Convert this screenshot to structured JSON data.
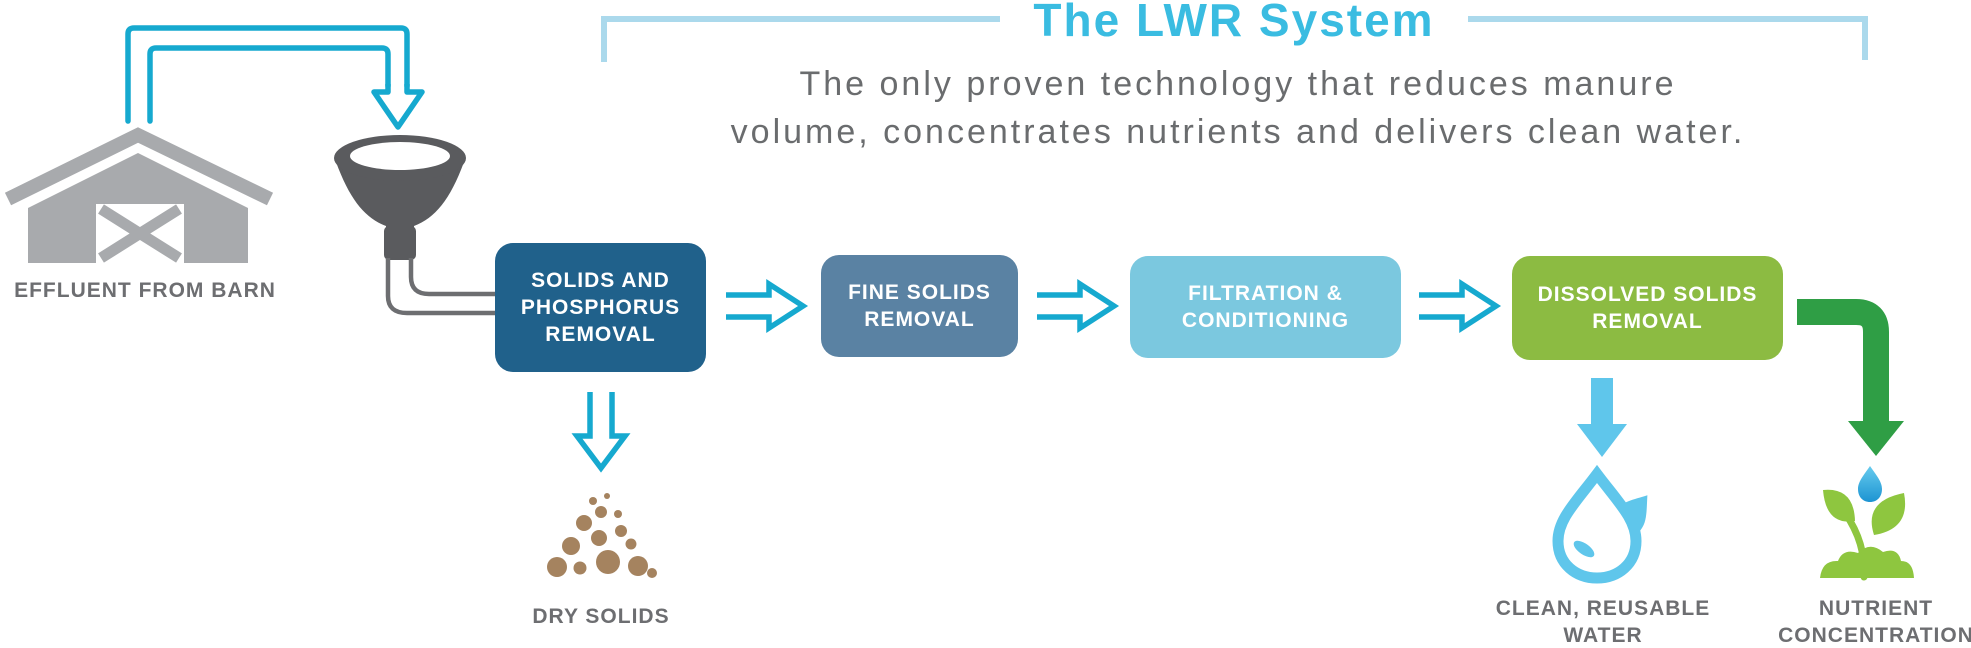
{
  "header": {
    "title": "The LWR System",
    "subtitle_line1": "The only proven technology that reduces manure",
    "subtitle_line2": "volume, concentrates nutrients and delivers clean water."
  },
  "source": {
    "label": "EFFLUENT FROM BARN",
    "icon": "barn-icon"
  },
  "stages": [
    {
      "id": "solids-and-phosphorus-removal",
      "lines": [
        "SOLIDS AND",
        "PHOSPHORUS",
        "REMOVAL"
      ],
      "color": "#20618B"
    },
    {
      "id": "fine-solids-removal",
      "lines": [
        "FINE SOLIDS",
        "REMOVAL"
      ],
      "color": "#5A82A3"
    },
    {
      "id": "filtration-conditioning",
      "lines": [
        "FILTRATION &",
        "CONDITIONING"
      ],
      "color": "#7BC8DF"
    },
    {
      "id": "dissolved-solids-removal",
      "lines": [
        "DISSOLVED SOLIDS",
        "REMOVAL"
      ],
      "color": "#8CBB42"
    }
  ],
  "outputs": [
    {
      "id": "dry-solids",
      "label": "DRY SOLIDS",
      "icon": "dry-solids-pile-icon"
    },
    {
      "id": "clean-reusable-water",
      "label_line1": "CLEAN, REUSABLE",
      "label_line2": "WATER",
      "icon": "water-droplet-icon"
    },
    {
      "id": "nutrient-concentration",
      "label_line1": "NUTRIENT",
      "label_line2": "CONCENTRATION",
      "icon": "plant-sprout-icon"
    }
  ],
  "icons": [
    "barn-icon",
    "funnel-icon",
    "recirculation-arrow-icon",
    "flow-arrow-icon",
    "dry-solids-pile-icon",
    "water-droplet-icon",
    "plant-sprout-icon",
    "water-drop-small-icon"
  ],
  "colors": {
    "title_cyan": "#3ABCE1",
    "bracket_light_blue": "#ABD9EC",
    "outline_arrow_cyan": "#16A9CF",
    "stage1_dark_blue": "#20618B",
    "stage2_slate_blue": "#5A82A3",
    "stage3_light_cyan": "#7BC8DF",
    "stage4_green": "#8CBB42",
    "solid_arrow_light_blue": "#5FC6EB",
    "nutrient_arrow_green": "#2F9E45",
    "plant_green": "#8EC63F",
    "dry_solids_brown": "#A5835F",
    "caption_gray": "#6D6E71",
    "subtitle_gray": "#6A6C6E",
    "barn_gray": "#A8AAAD",
    "funnel_gray": "#5A5B5E"
  }
}
